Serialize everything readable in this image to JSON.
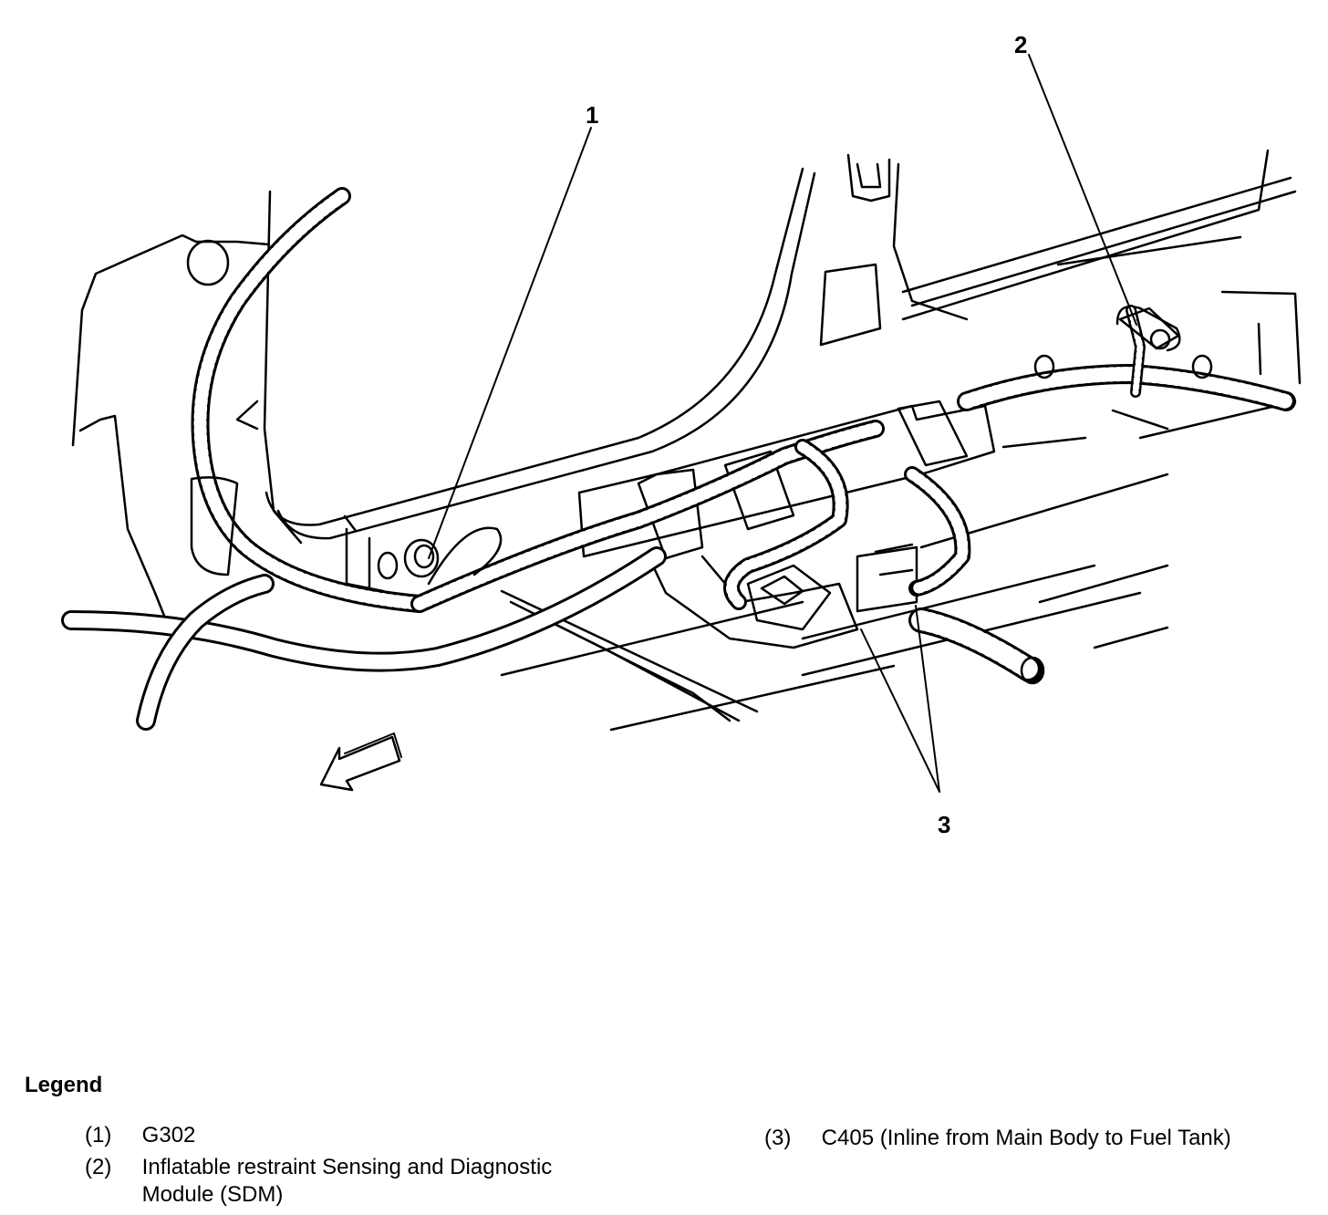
{
  "callouts": {
    "c1": "1",
    "c2": "2",
    "c3": "3"
  },
  "legend": {
    "title": "Legend",
    "items": [
      {
        "num": "(1)",
        "text": "G302"
      },
      {
        "num": "(2)",
        "text": "Inflatable restraint Sensing and Diagnostic",
        "text2": "Module (SDM)"
      },
      {
        "num": "(3)",
        "text": "C405 (Inline from Main Body to Fuel Tank)"
      }
    ]
  },
  "colors": {
    "ink": "#000000",
    "paper": "#ffffff"
  }
}
